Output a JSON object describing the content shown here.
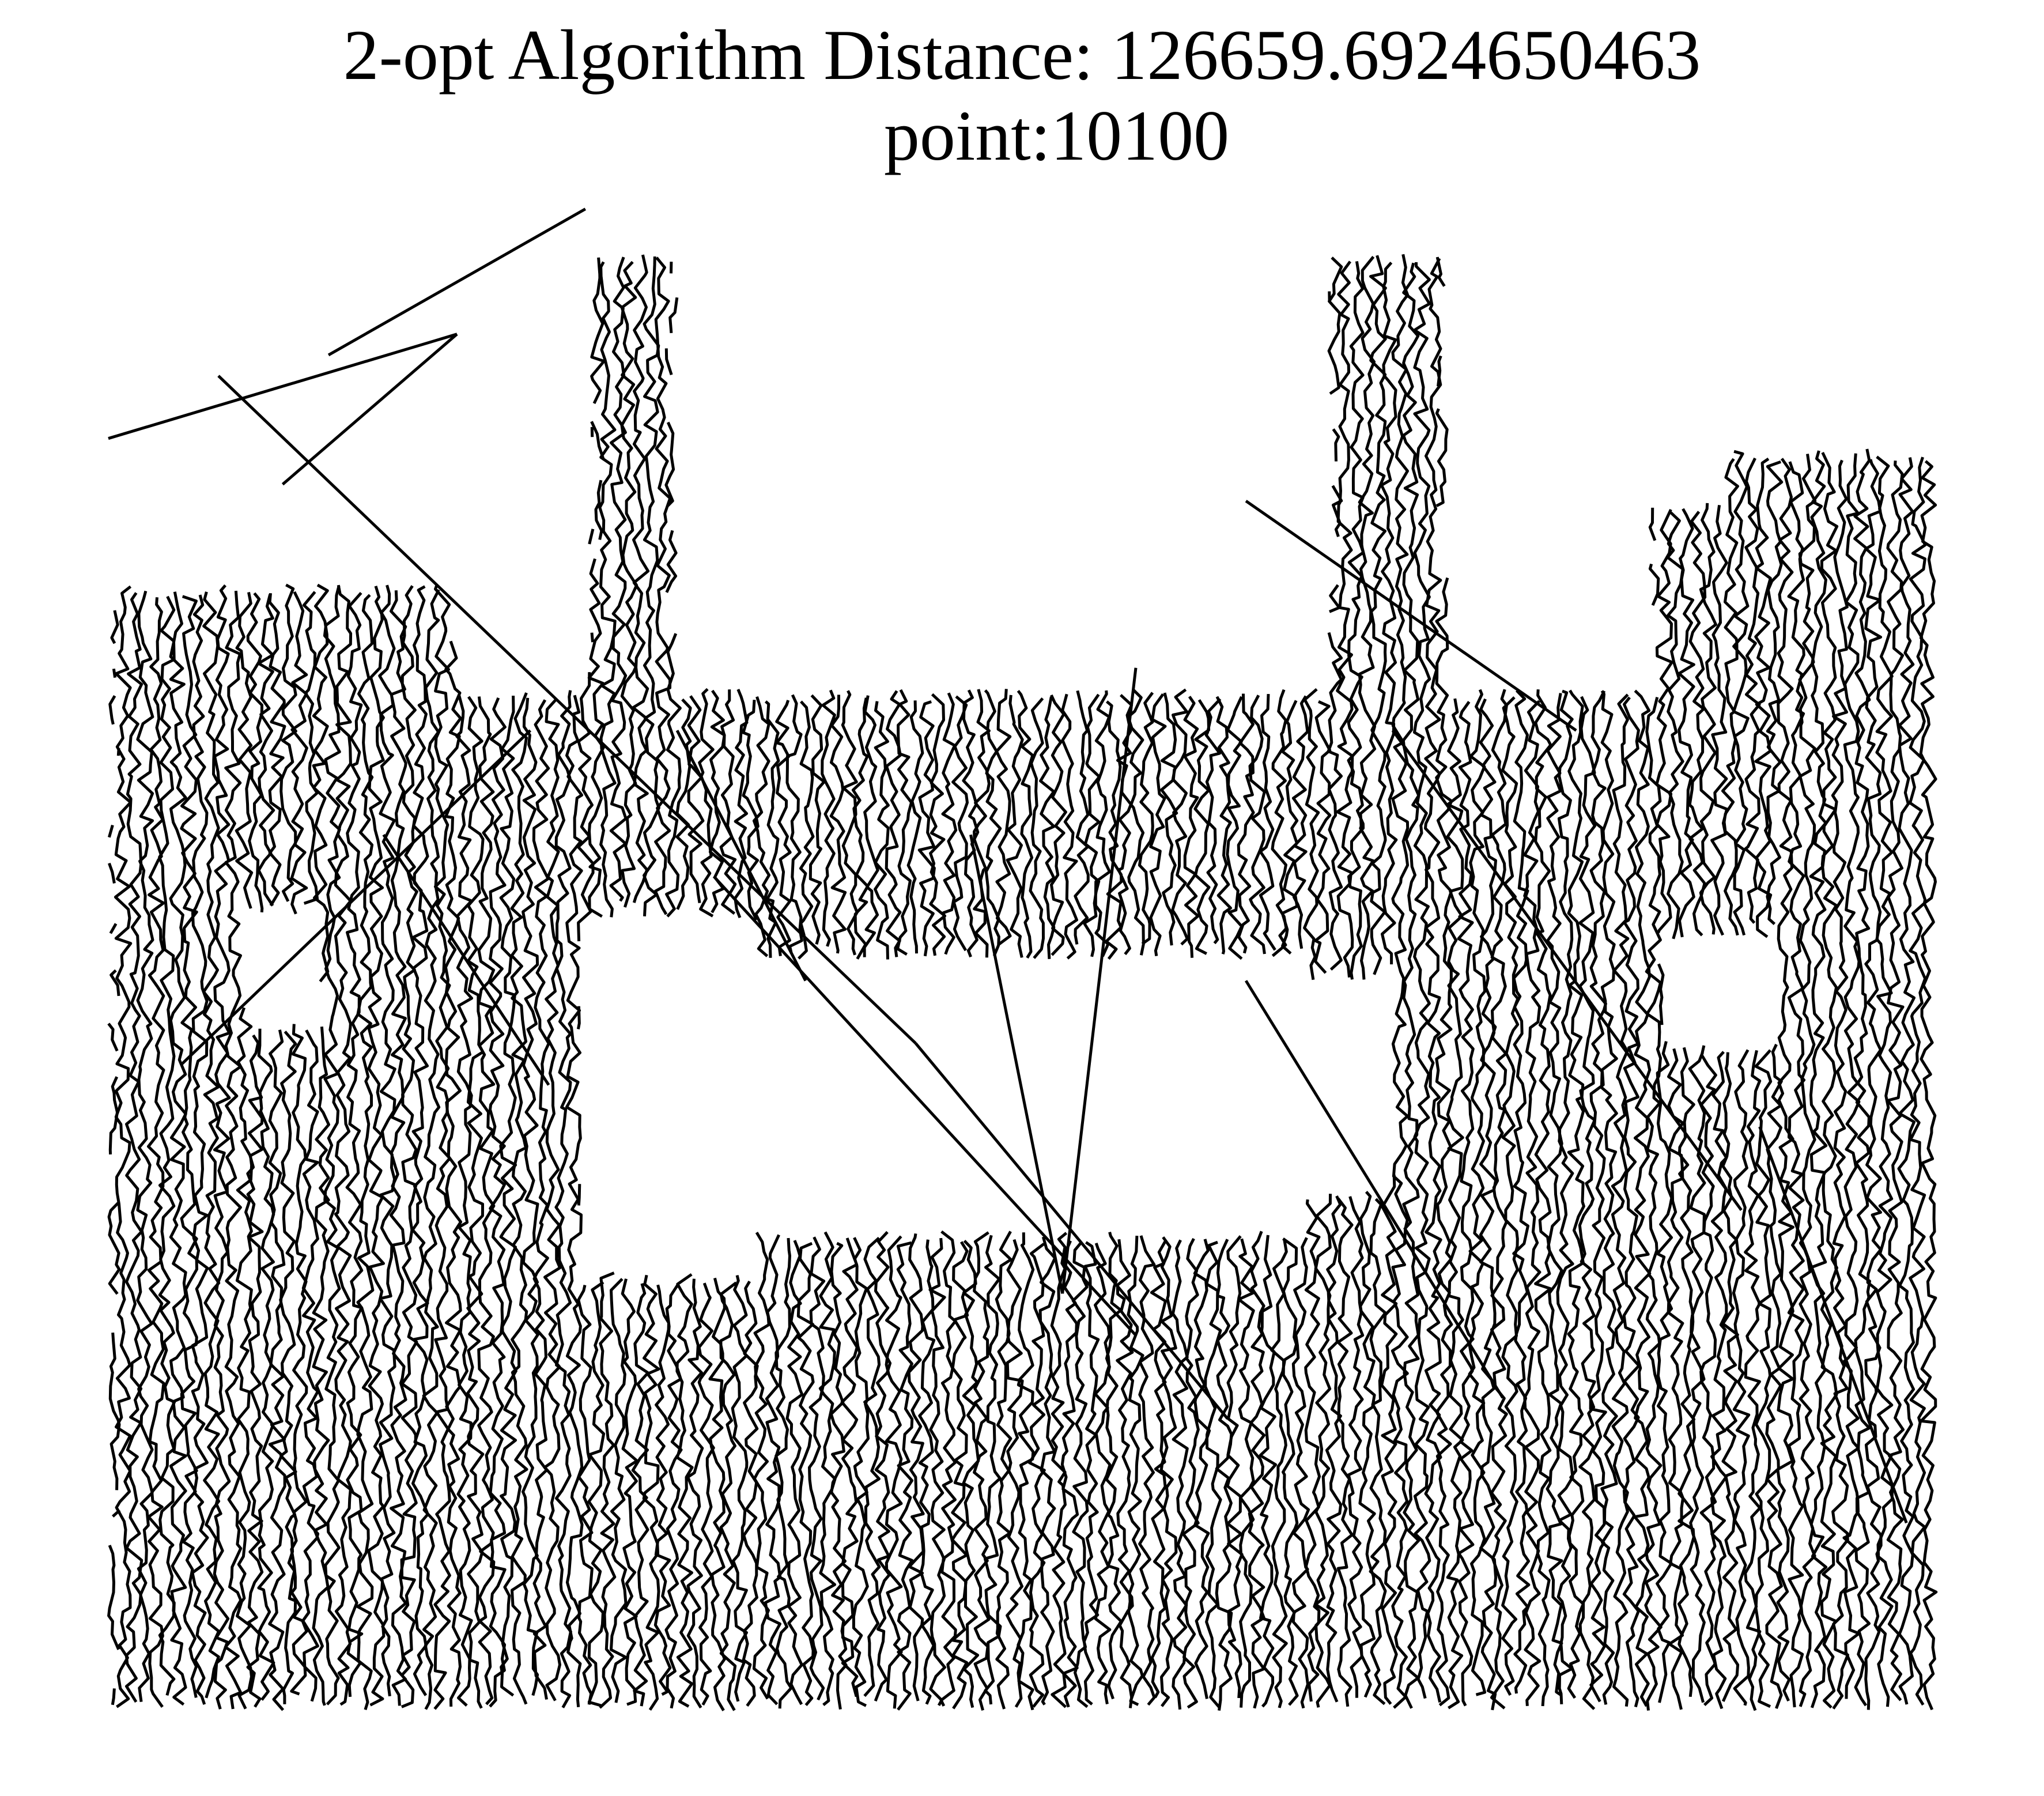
{
  "chart_data": {
    "type": "line",
    "title_lines": [
      "2-opt Algorithm Distance: 126659.6924650463",
      "point:10100"
    ],
    "xlabel": "",
    "ylabel": "",
    "axes_visible": false,
    "grid": false,
    "legend": "none",
    "line_color": "#000000",
    "approx_x_range": [
      0,
      1000
    ],
    "approx_y_range": [
      0,
      700
    ],
    "region_masks": [
      {
        "x": [
          0,
          1000
        ],
        "y": [
          0,
          490
        ]
      },
      {
        "x": [
          262,
          310
        ],
        "y": [
          490,
          720
        ]
      },
      {
        "x": [
          665,
          730
        ],
        "y": [
          490,
          715
        ]
      },
      {
        "x": [
          840,
          1000
        ],
        "y": [
          490,
          580
        ]
      },
      {
        "x": [
          0,
          190
        ],
        "y": [
          490,
          540
        ]
      },
      {
        "x": [
          880,
          1000
        ],
        "y": [
          580,
          605
        ]
      }
    ],
    "region_holes": [
      {
        "x": [
          75,
          115
        ],
        "y": [
          330,
          380
        ]
      },
      {
        "x": [
          258,
          350
        ],
        "y": [
          210,
          380
        ]
      },
      {
        "x": [
          350,
          650
        ],
        "y": [
          230,
          360
        ]
      },
      {
        "x": [
          650,
          700
        ],
        "y": [
          250,
          350
        ]
      },
      {
        "x": [
          850,
          910
        ],
        "y": [
          320,
          370
        ]
      },
      {
        "x": [
          200,
          260
        ],
        "y": [
          530,
          490
        ]
      }
    ],
    "stray_segments": [
      [
        [
          0,
          610
        ],
        [
          190,
          660
        ]
      ],
      [
        [
          190,
          660
        ],
        [
          95,
          588
        ]
      ],
      [
        [
          60,
          640
        ],
        [
          440,
          320
        ]
      ],
      [
        [
          440,
          320
        ],
        [
          610,
          140
        ]
      ],
      [
        [
          330,
          400
        ],
        [
          560,
          180
        ]
      ],
      [
        [
          470,
          420
        ],
        [
          520,
          200
        ]
      ],
      [
        [
          520,
          200
        ],
        [
          560,
          500
        ]
      ],
      [
        [
          620,
          580
        ],
        [
          800,
          470
        ]
      ],
      [
        [
          700,
          470
        ],
        [
          890,
          240
        ]
      ],
      [
        [
          900,
          280
        ],
        [
          980,
          90
        ]
      ],
      [
        [
          150,
          420
        ],
        [
          240,
          300
        ]
      ],
      [
        [
          40,
          310
        ],
        [
          230,
          470
        ]
      ],
      [
        [
          310,
          470
        ],
        [
          380,
          350
        ]
      ],
      [
        [
          620,
          350
        ],
        [
          760,
          150
        ]
      ],
      [
        [
          120,
          650
        ],
        [
          260,
          720
        ]
      ]
    ]
  }
}
